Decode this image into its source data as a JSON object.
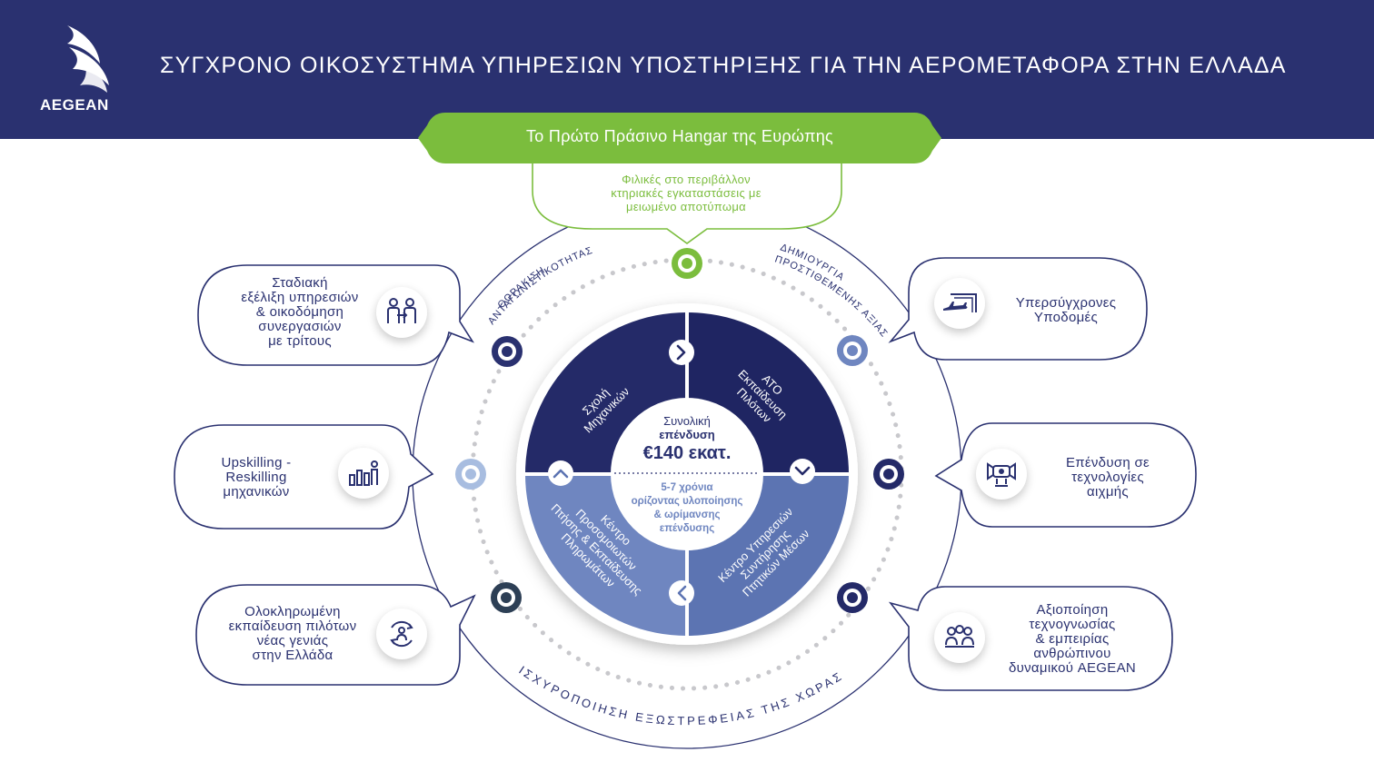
{
  "header": {
    "title": "ΣΥΓΧΡΟΝΟ ΟΙΚΟΣΥΣΤΗΜΑ ΥΠΗΡΕΣΙΩΝ ΥΠΟΣΤΗΡΙΞΗΣ ΓΙΑ ΤΗΝ ΑΕΡΟΜΕΤΑΦΟΡΑ ΣΤΗΝ ΕΛΛΑΔΑ",
    "logo_text": "AEGEAN"
  },
  "top_banner": {
    "label": "Το Πρώτο Πράσινο Hangar της Ευρώπης",
    "sub_lines": [
      "Φιλικές στο περιβάλλον",
      "κτηριακές εγκαταστάσεις με",
      "μειωμένο αποτύπωμα"
    ]
  },
  "arc_labels": {
    "left": [
      "ΘΩΡΑΚΙΣΗ",
      "ΑΝΤΑΓΩΝΙΣΤΙΚΟΤΗΤΑΣ"
    ],
    "right": [
      "ΔΗΜΙΟΥΡΓΙΑ",
      "ΠΡΟΣΤΙΘΕΜΕΝΗΣ ΑΞΙΑΣ"
    ],
    "bottom": "ΙΣΧΥΡΟΠΟΙΗΣΗ ΕΞΩΣΤΡΕΦΕΙΑΣ ΤΗΣ ΧΩΡΑΣ"
  },
  "left_items": [
    {
      "lines": [
        "Σταδιακή",
        "εξέλιξη υπηρεσιών",
        "& οικοδόμηση",
        "συνεργασιών",
        "με τρίτους"
      ],
      "icon": "people-collaboration-icon"
    },
    {
      "lines": [
        "Upskilling -",
        "Reskilling",
        "μηχανικών"
      ],
      "icon": "growth-chart-person-icon"
    },
    {
      "lines": [
        "Ολοκληρωμένη",
        "εκπαίδευση πιλότων",
        "νέας γενιάς",
        "στην Ελλάδα"
      ],
      "icon": "cycle-person-icon"
    }
  ],
  "right_items": [
    {
      "lines": [
        "Υπερσύγχρονες",
        "Υποδομές"
      ],
      "icon": "hangar-plane-icon"
    },
    {
      "lines": [
        "Επένδυση σε",
        "τεχνολογίες",
        "αιχμής"
      ],
      "icon": "engine-tech-icon"
    },
    {
      "lines": [
        "Αξιοποίηση",
        "τεχνογνωσίας",
        "& εμπειρίας",
        "ανθρώπινου",
        "δυναμικού AEGEAN"
      ],
      "icon": "team-icon"
    }
  ],
  "quadrants": {
    "top_left": [
      "Σχολή",
      "Μηχανικών"
    ],
    "top_right": [
      "ATO",
      "Εκπαίδευση",
      "Πιλότων"
    ],
    "bottom_left": [
      "Κέντρο",
      "Προσομοιωτών",
      "Πτήσης & Εκπαίδευσης",
      "Πληρωμάτων"
    ],
    "bottom_right": [
      "Κέντρο Υπηρεσιών",
      "Συντήρησης",
      "Πτητικών Μέσων"
    ]
  },
  "center": {
    "line1": "Συνολική",
    "line2": "επένδυση",
    "amount": "€140 εκατ.",
    "horizon": [
      "5-7 χρόνια",
      "ορίζοντας υλοποίησης",
      "& ωρίμανσης",
      "επένδυσης"
    ]
  },
  "colors": {
    "navy": "#2a3170",
    "green": "#7bbd3d",
    "light_blue": "#7b93c7",
    "quadrant_dark": "#242a68",
    "quadrant_light": "#6f86c0"
  }
}
